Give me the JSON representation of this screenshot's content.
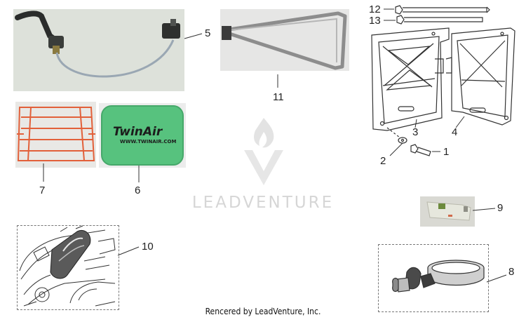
{
  "parts": [
    {
      "callout": "1"
    },
    {
      "callout": "2"
    },
    {
      "callout": "3"
    },
    {
      "callout": "4"
    },
    {
      "callout": "5"
    },
    {
      "callout": "6"
    },
    {
      "callout": "7"
    },
    {
      "callout": "8"
    },
    {
      "callout": "9"
    },
    {
      "callout": "10"
    },
    {
      "callout": "11"
    },
    {
      "callout": "12"
    },
    {
      "callout": "13"
    }
  ],
  "filter_brand": "TwinAir",
  "filter_url": "WWW.TWINAIR.COM",
  "watermark": "LEADVENTURE",
  "footer": "Rencered by LeadVenture, Inc.",
  "colors": {
    "filter_green": "#57c27e",
    "cage_orange": "#e2603a",
    "photo_bg": "#e4e6e2"
  }
}
